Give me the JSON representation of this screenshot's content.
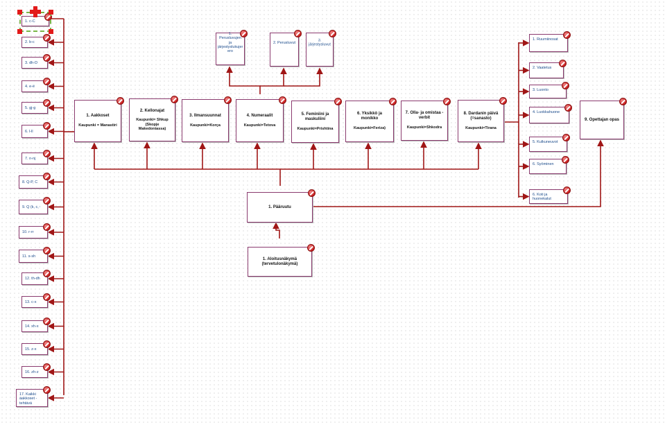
{
  "left_nodes": [
    {
      "id": "l1",
      "label": "1. c-C"
    },
    {
      "id": "l2",
      "label": "2. b-c"
    },
    {
      "id": "l3",
      "label": "3. dh-D"
    },
    {
      "id": "l4",
      "label": "4. e-ë"
    },
    {
      "id": "l5",
      "label": "5. gj-g"
    },
    {
      "id": "l6",
      "label": "6. l-ll"
    },
    {
      "id": "l7",
      "label": "7. n-nj"
    },
    {
      "id": "l8",
      "label": "8. Q-P, C"
    },
    {
      "id": "l9",
      "label": "9. Q (k, c, Ç)"
    },
    {
      "id": "l10",
      "label": "10. r-rr"
    },
    {
      "id": "l11",
      "label": "11. s-sh"
    },
    {
      "id": "l12",
      "label": "12. th-dh"
    },
    {
      "id": "l13",
      "label": "13. c-x"
    },
    {
      "id": "l14",
      "label": "14. xh-x"
    },
    {
      "id": "l15",
      "label": "15. z-x"
    },
    {
      "id": "l16",
      "label": "16. zh-z"
    },
    {
      "id": "l17",
      "label": "17. Kaikki äakkoset -tehtävä"
    }
  ],
  "top_nodes": [
    {
      "id": "t1",
      "label": "1. Perusluvujen ja järjestyslukujen ero"
    },
    {
      "id": "t2",
      "label": "2. Perusluvut"
    },
    {
      "id": "t3",
      "label": "3. järjestysluvut"
    }
  ],
  "lessons": [
    {
      "id": "m1",
      "title": "1. Aakkoset",
      "city": "Kaupunki = Manastiri"
    },
    {
      "id": "m2",
      "title": "2. Kellonajat",
      "city": "Kaupunki= Shkup (Skopje Makedoniassa)"
    },
    {
      "id": "m3",
      "title": "3. Ilmansuunnat",
      "city": "Kaupunki=Korça"
    },
    {
      "id": "m4",
      "title": "4. Numeraalit",
      "city": "Kaupunki=Tetova"
    },
    {
      "id": "m5",
      "title": "5. Feminiini ja maskuliini",
      "city": "Kaupunki=Prishtina"
    },
    {
      "id": "m6",
      "title": "6. Yksikkö ja monikko",
      "city": "Kaupunki=Feriza)"
    },
    {
      "id": "m7",
      "title": "7. Olla- ja omistaa -verbit",
      "city": "Kaupunki=Shkodra"
    },
    {
      "id": "m8",
      "title": "8. Dardanin päivä (=sanasto)",
      "city": "Kaupunki=Tirana"
    }
  ],
  "right_nodes": [
    {
      "id": "r1",
      "label": "1. Ruumiinosat"
    },
    {
      "id": "r2",
      "label": "2. Vaatetus"
    },
    {
      "id": "r3",
      "label": "3. Luonto"
    },
    {
      "id": "r4",
      "label": "4. Luokkahuone"
    },
    {
      "id": "r5",
      "label": "5. Kulkuneuvot"
    },
    {
      "id": "r6",
      "label": "6. Syöminen"
    },
    {
      "id": "r7",
      "label": "6. Koti ja huonekalut"
    }
  ],
  "opettajan": {
    "label": "9. Opettajan opas"
  },
  "paaruutu": {
    "label": "1. Pääruutu"
  },
  "aloitus": {
    "label": "1. Aloitusnäkymä (tervetulonäkymä)"
  },
  "colors": {
    "connector": "#a01616",
    "node_border": "#8a3a6e",
    "link_text": "#1a4a8a",
    "selection": "#7ab648"
  }
}
